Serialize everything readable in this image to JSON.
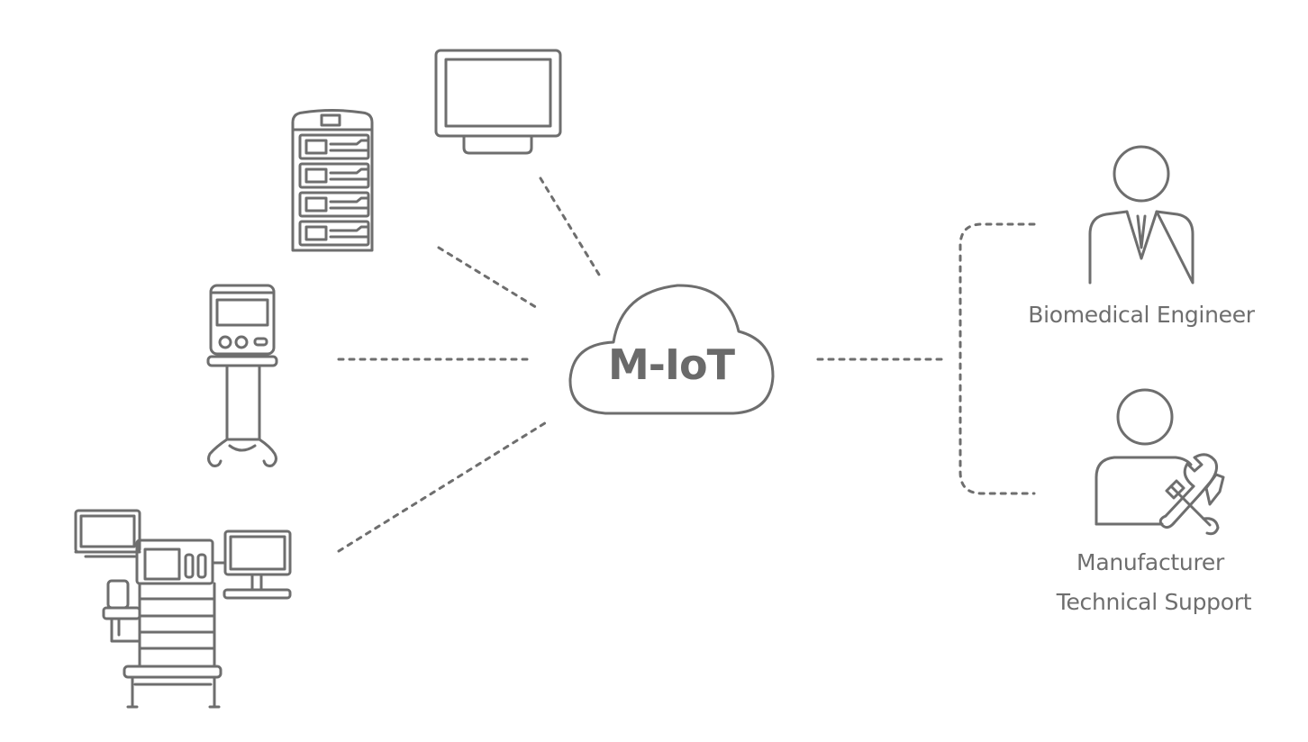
{
  "cloud": {
    "label": "M-IoT"
  },
  "devices": [
    {
      "icon": "patient-monitor-icon"
    },
    {
      "icon": "infusion-pump-rack-icon"
    },
    {
      "icon": "ventilator-icon"
    },
    {
      "icon": "anesthesia-workstation-icon"
    }
  ],
  "people": [
    {
      "icon": "engineer-person-icon",
      "label": "Biomedical Engineer"
    },
    {
      "icon": "technician-person-icon",
      "label_line1": "Manufacturer",
      "label_line2": "Technical Support"
    }
  ],
  "colors": {
    "stroke": "#6e6e6e",
    "text": "#6e6e6e",
    "background": "#ffffff"
  }
}
